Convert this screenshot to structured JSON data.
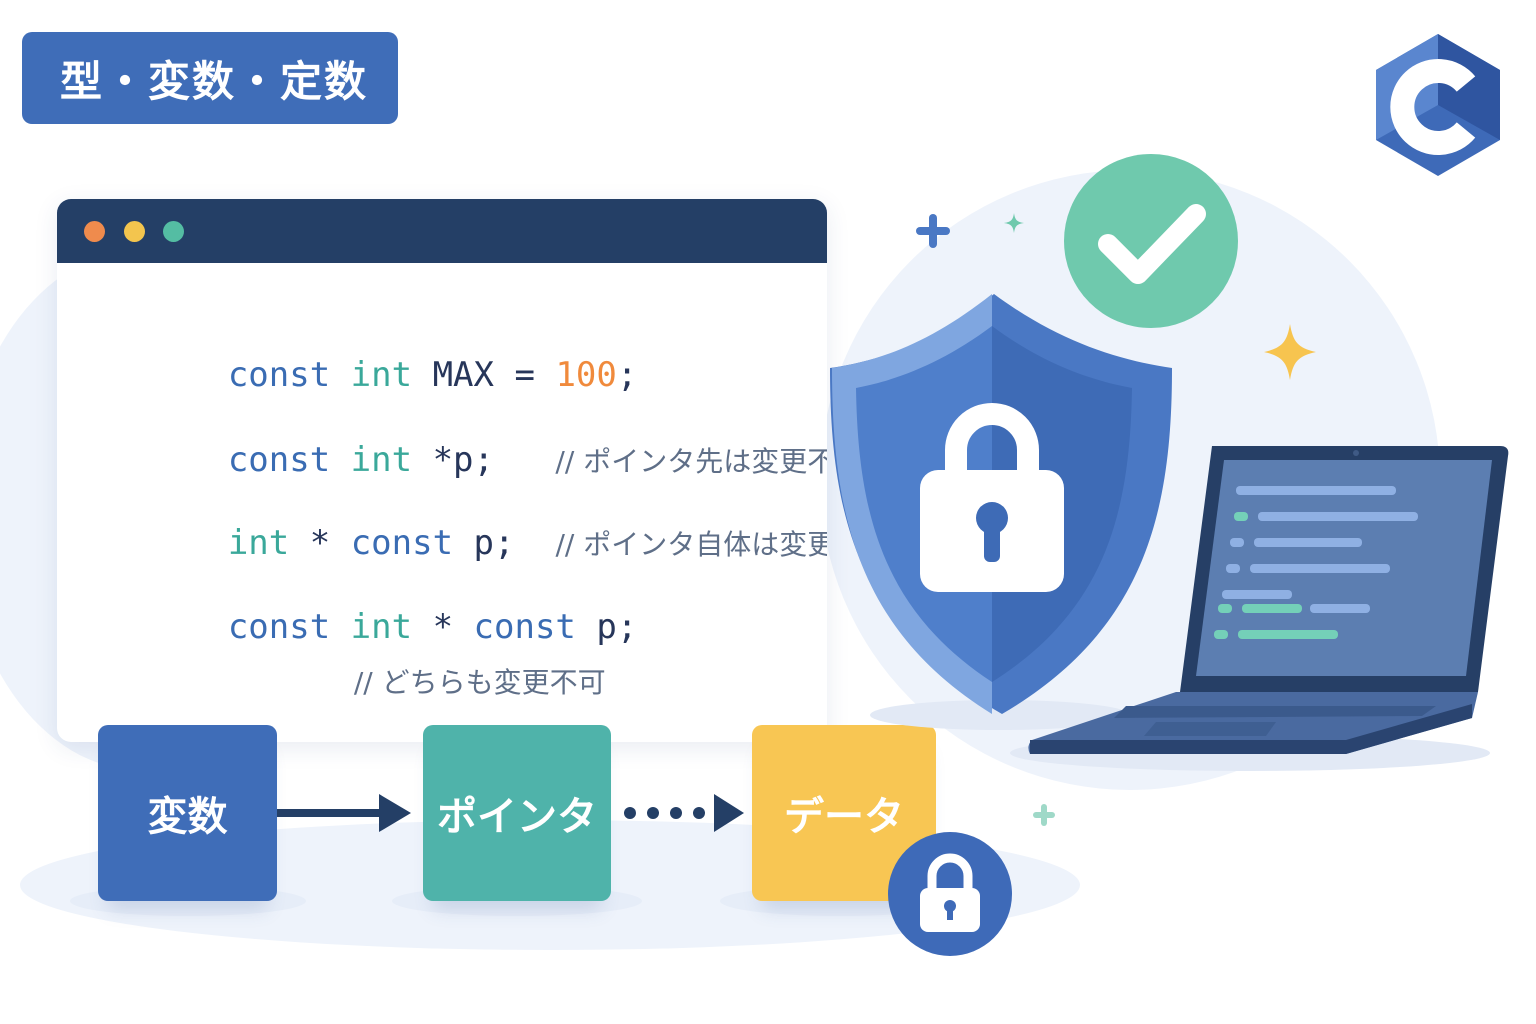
{
  "title": "型・変数・定数",
  "code": {
    "line1": {
      "kw1": "const",
      "ty1": "int",
      "id": "MAX",
      "op": "=",
      "num": "100",
      "end": ";"
    },
    "line2": {
      "kw1": "const",
      "ty1": "int",
      "rest": "*p;",
      "comment": "// ポインタ先は変更不可"
    },
    "line3": {
      "ty1": "int",
      "star": "*",
      "kw1": "const",
      "rest": "p;",
      "comment": "// ポインタ自体は変更不可"
    },
    "line4": {
      "kw1": "const",
      "ty1": "int",
      "star": "*",
      "kw2": "const",
      "rest": "p;",
      "comment": "// どちらも変更不可"
    }
  },
  "flow": {
    "variable": "変数",
    "pointer": "ポインタ",
    "data": "データ"
  },
  "colors": {
    "brand_blue": "#3f6db8",
    "navy": "#243f66",
    "teal": "#4fb3aa",
    "yellow": "#f8c653",
    "green": "#6fc9ad",
    "shield_light": "#7fa6e0",
    "shield_dark": "#4577c4"
  },
  "icons": [
    "c-language-logo-icon",
    "shield-icon",
    "padlock-icon",
    "checkmark-icon",
    "laptop-icon",
    "sparkle-icon",
    "plus-icon"
  ]
}
